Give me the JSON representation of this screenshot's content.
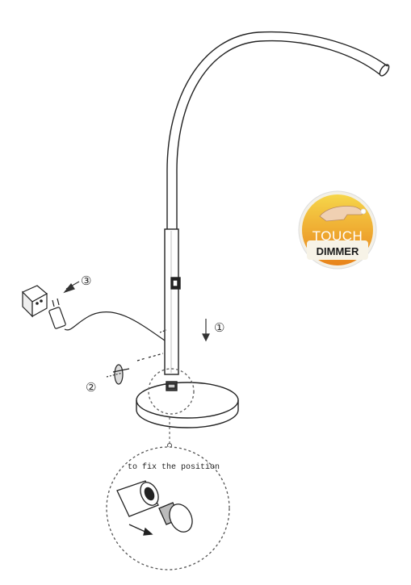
{
  "badge": {
    "line1": "TOUCH",
    "line2": "DIMMER",
    "colors": {
      "top": "#f6d64a",
      "bottom": "#e8831b",
      "rim": "#f3f0e6"
    },
    "icon": "touch-finger-icon"
  },
  "steps": {
    "step1": "①",
    "step2": "②",
    "step3": "③"
  },
  "detail": {
    "caption": "to fix the position"
  }
}
